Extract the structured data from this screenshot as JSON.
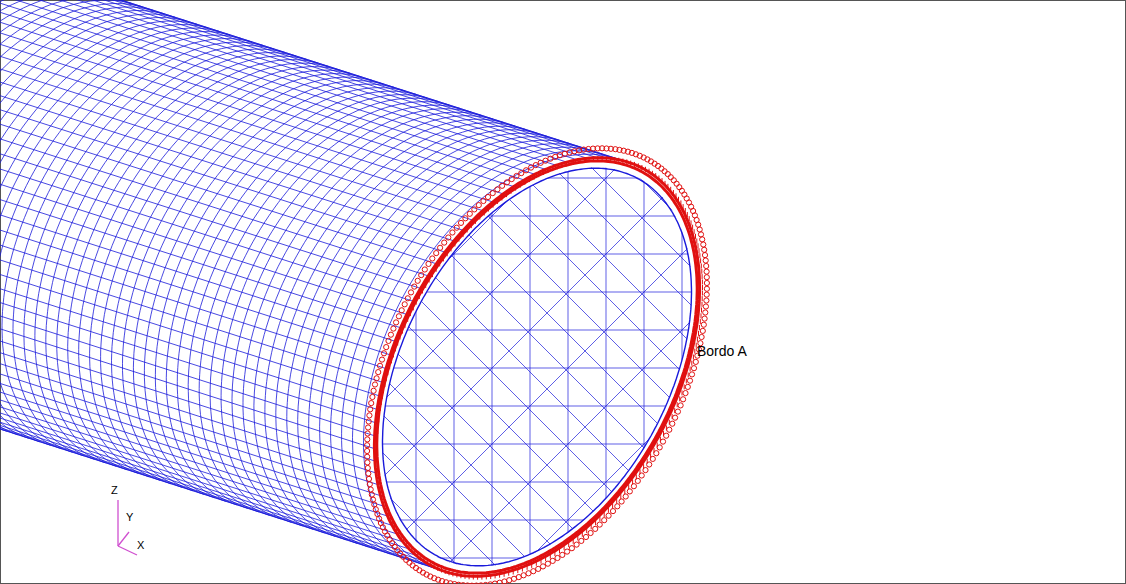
{
  "diagram": {
    "labels": [
      "Bordo A",
      "Z",
      "Y",
      "X"
    ]
  }
}
